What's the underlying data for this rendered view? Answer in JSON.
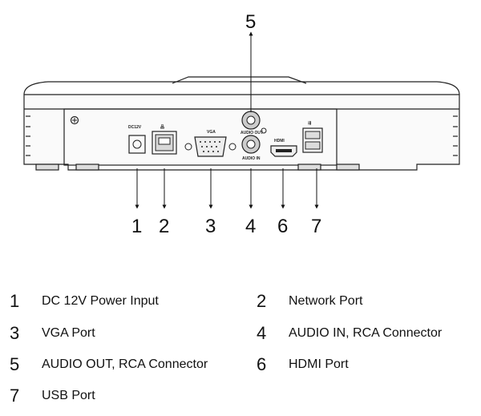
{
  "diagram": {
    "port_marks": {
      "dc": "DC12V",
      "vga": "VGA",
      "audio_out": "AUDIO OUT",
      "audio_in": "AUDIO IN",
      "hdmi": "HDMI"
    },
    "callouts": [
      "1",
      "2",
      "3",
      "4",
      "5",
      "6",
      "7"
    ]
  },
  "legend": [
    {
      "num": "1",
      "text": "DC 12V Power Input"
    },
    {
      "num": "2",
      "text": "Network Port"
    },
    {
      "num": "3",
      "text": "VGA Port"
    },
    {
      "num": "4",
      "text": "AUDIO IN, RCA Connector"
    },
    {
      "num": "5",
      "text": "AUDIO OUT, RCA Connector"
    },
    {
      "num": "6",
      "text": "HDMI Port"
    },
    {
      "num": "7",
      "text": "USB Port"
    }
  ]
}
